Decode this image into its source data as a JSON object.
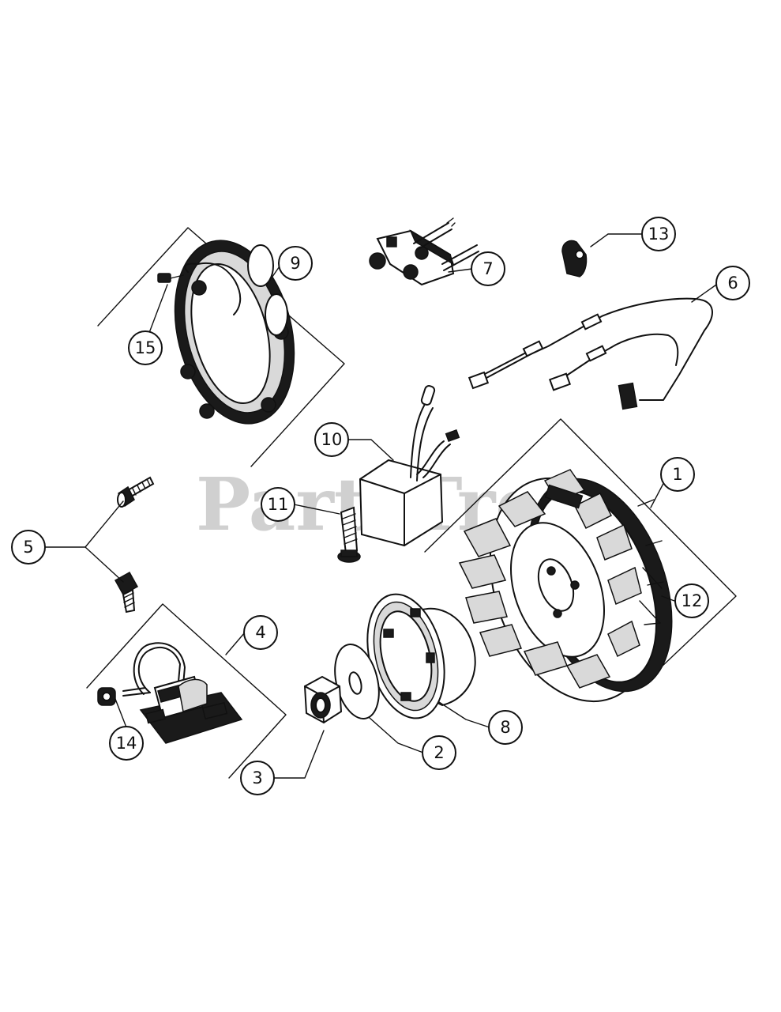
{
  "watermark": {
    "text": "PartsTree"
  },
  "callouts": [
    {
      "id": "9",
      "label": "9"
    },
    {
      "id": "15",
      "label": "15"
    },
    {
      "id": "7",
      "label": "7"
    },
    {
      "id": "13",
      "label": "13"
    },
    {
      "id": "6",
      "label": "6"
    },
    {
      "id": "10",
      "label": "10"
    },
    {
      "id": "1",
      "label": "1"
    },
    {
      "id": "11",
      "label": "11"
    },
    {
      "id": "5",
      "label": "5"
    },
    {
      "id": "12",
      "label": "12"
    },
    {
      "id": "4",
      "label": "4"
    },
    {
      "id": "14",
      "label": "14"
    },
    {
      "id": "3",
      "label": "3"
    },
    {
      "id": "2",
      "label": "2"
    },
    {
      "id": "8",
      "label": "8"
    }
  ]
}
